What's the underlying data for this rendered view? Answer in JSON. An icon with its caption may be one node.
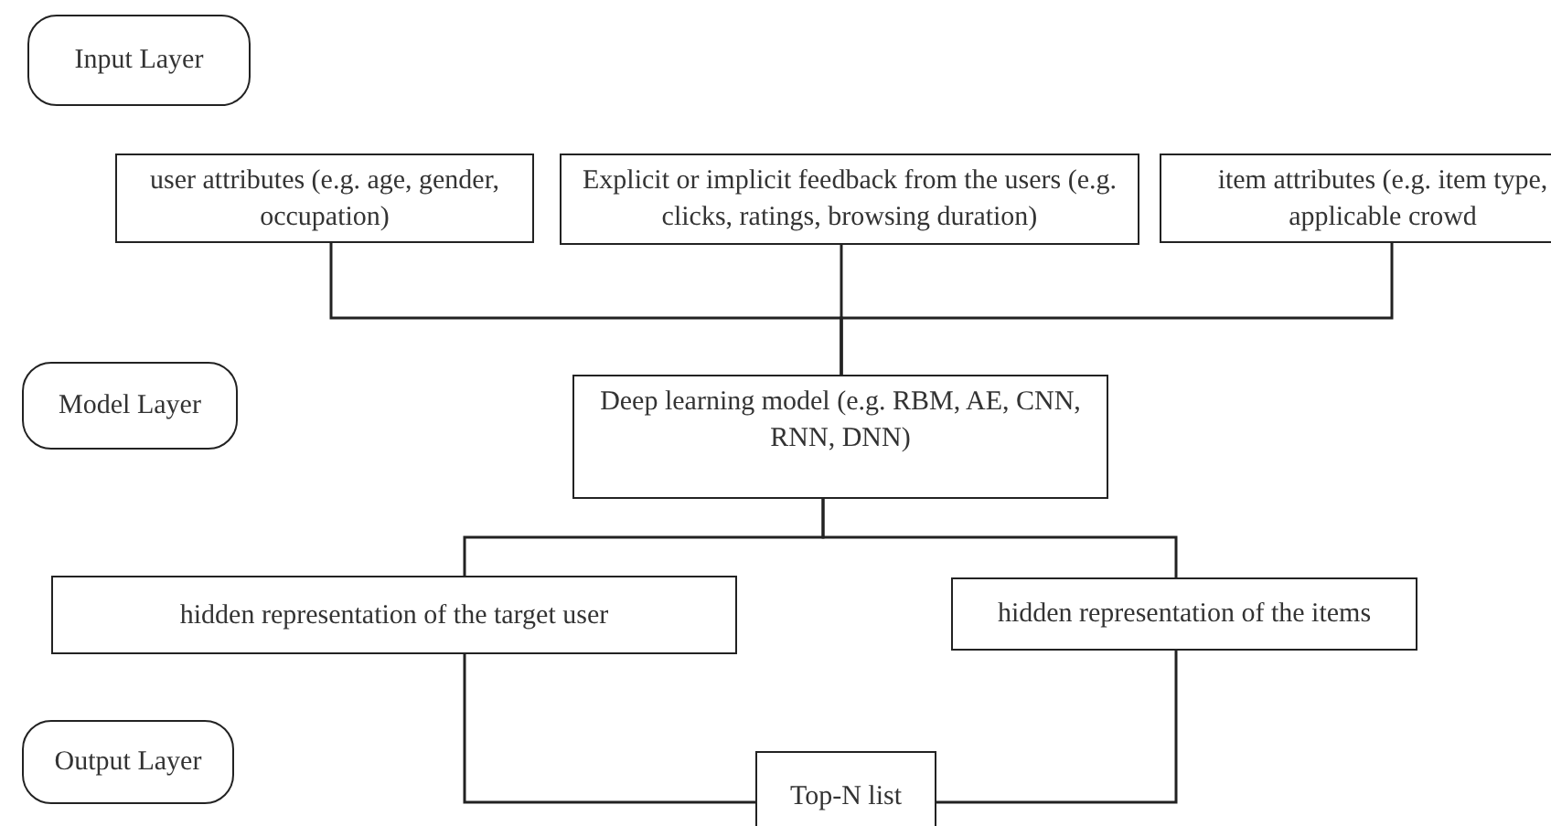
{
  "diagram": {
    "nodes": [
      {
        "text": [
          "Input Layer"
        ]
      },
      {
        "text": [
          "Model Layer"
        ]
      },
      {
        "text": [
          "Output Layer"
        ]
      },
      {
        "text": [
          "user attributes (e.g. age, gender, occupation)"
        ]
      },
      {
        "text": [
          "Explicit or implicit feedback from the users (e.g. clicks, ratings, browsing duration)"
        ]
      },
      {
        "text": [
          "item attributes (e.g. item type, applicable crowd"
        ]
      },
      {
        "text": [
          "Deep learning model (e.g. RBM, AE, CNN, RNN, DNN)"
        ]
      },
      {
        "text": [
          "hidden representation of the target user"
        ]
      },
      {
        "text": [
          "hidden representation of the items"
        ]
      },
      {
        "text": [
          "Top-N list"
        ]
      }
    ],
    "edges": [
      {
        "from": 3,
        "to": 6,
        "arrow": "none"
      },
      {
        "from": 4,
        "to": 6,
        "arrow": "none"
      },
      {
        "from": 5,
        "to": 6,
        "arrow": "none"
      },
      {
        "from": 6,
        "to": 7,
        "arrow": "none"
      },
      {
        "from": 6,
        "to": 8,
        "arrow": "none"
      },
      {
        "from": 7,
        "to": 9,
        "arrow": "none"
      },
      {
        "from": 8,
        "to": 9,
        "arrow": "none"
      }
    ]
  }
}
